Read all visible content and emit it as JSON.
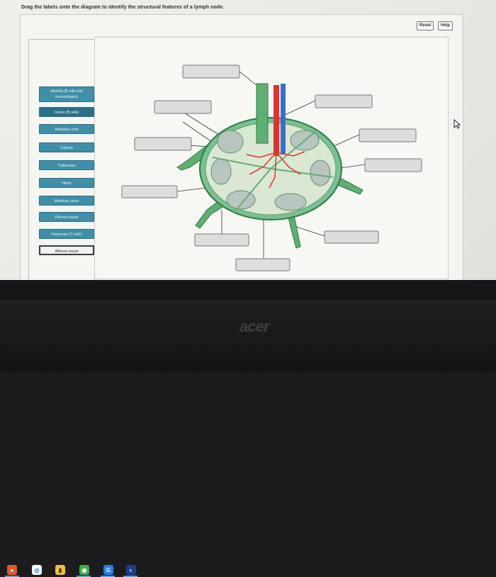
{
  "instructions": "Drag the labels onto the diagram to identify the structural features of a lymph node.",
  "buttons": {
    "reset": "Reset",
    "help": "Help"
  },
  "labels": [
    "Medulla (B cells and macrophages)",
    "Cortex (B cells)",
    "Medullary cord",
    "Capsule",
    "Trabeculae",
    "Hilum",
    "Medullary sinus",
    "Efferent vessel",
    "Paracortex (T cells)",
    "Afferent vessel"
  ],
  "taskbar_icons": [
    "firefox-icon",
    "chrome-icon",
    "file-explorer-icon",
    "store-icon",
    "chrome-icon",
    "vpn-icon",
    "media-icon"
  ],
  "brand": "acer",
  "colors": {
    "chip": "#3f8fa8",
    "node_fill": "#7bbf92",
    "artery": "#d8362e",
    "vein": "#3a6fc4"
  }
}
